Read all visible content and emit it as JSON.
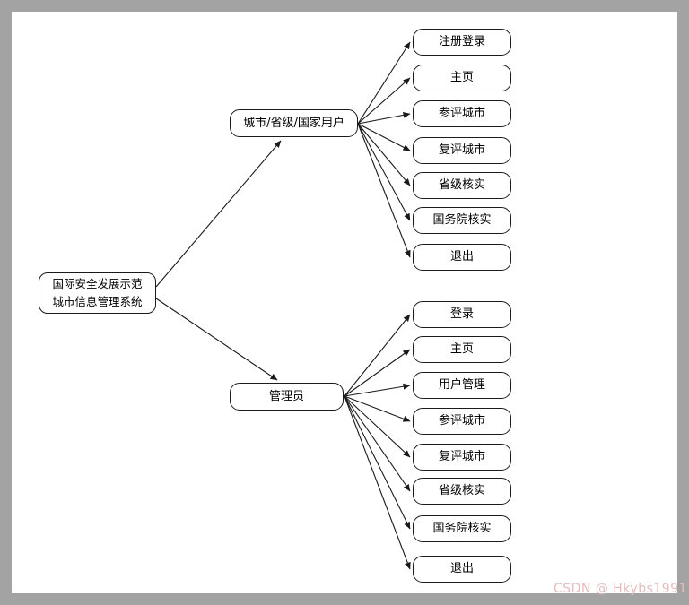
{
  "diagram": {
    "root": {
      "label": "国际安全发展示范城市信息管理系统"
    },
    "branches": [
      {
        "label": "城市/省级/国家用户",
        "children": [
          "注册登录",
          "主页",
          "参评城市",
          "复评城市",
          "省级核实",
          "国务院核实",
          "退出"
        ]
      },
      {
        "label": "管理员",
        "children": [
          "登录",
          "主页",
          "用户管理",
          "参评城市",
          "复评城市",
          "省级核实",
          "国务院核实",
          "退出"
        ]
      }
    ]
  },
  "watermark": {
    "text": "CSDN @ Hkybs1991"
  },
  "colors": {
    "node_fill": "#ffffff",
    "node_border": "#1a1a1a",
    "connector": "#1a1a1a",
    "frame_band": "#a3a3a3",
    "watermark_text": "#e6bcbc"
  }
}
